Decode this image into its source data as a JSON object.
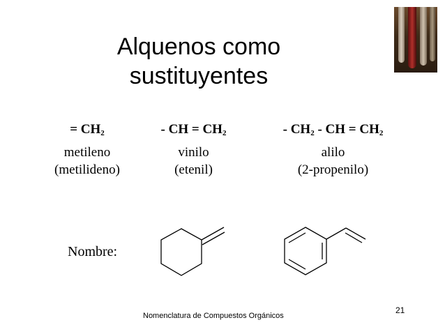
{
  "slide": {
    "title_line1": "Alquenos como",
    "title_line2": "sustituyentes",
    "columns": [
      {
        "formula_a": "= CH",
        "formula_sub1": "2",
        "name": "metileno",
        "alt": "(metilideno)"
      },
      {
        "formula_a": "- CH = CH",
        "formula_sub1": "2",
        "name": "vinilo",
        "alt": "(etenil)"
      },
      {
        "formula_a": "- CH",
        "formula_sub1": "2",
        "formula_b": " - CH = CH",
        "formula_sub2": "2",
        "name": "alilo",
        "alt": "(2-propenilo)"
      }
    ],
    "nombre_label": "Nombre:",
    "footer": "Nomenclatura de Compuestos Orgánicos",
    "page_number": "21"
  },
  "icons": {
    "photo": "test-tubes-photo",
    "molecule_1": "methylenecyclohexane-structure",
    "molecule_2": "styrene-structure"
  }
}
